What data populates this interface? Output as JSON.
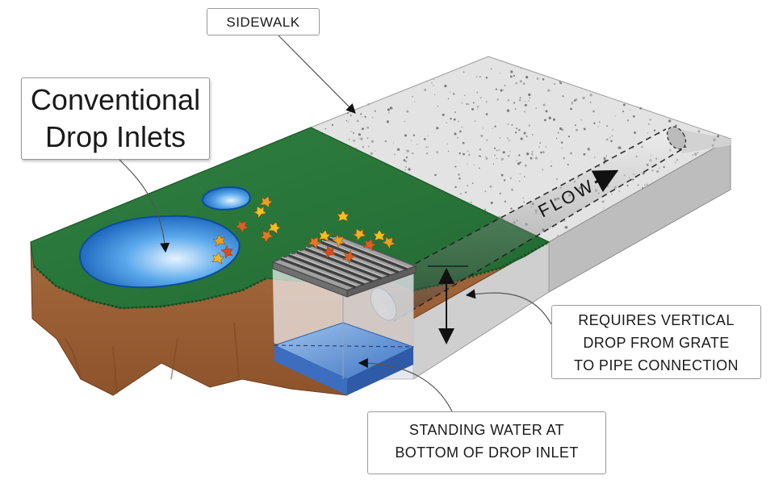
{
  "title": {
    "line1": "Conventional",
    "line2": "Drop Inlets"
  },
  "labels": {
    "sidewalk": "SIDEWALK",
    "flow": "FLOW",
    "vertical_drop": {
      "line1": "REQUIRES VERTICAL",
      "line2": "DROP FROM GRATE",
      "line3": "TO PIPE CONNECTION"
    },
    "standing_water": {
      "line1": "STANDING WATER AT",
      "line2": "BOTTOM OF DROP INLET"
    }
  },
  "colors": {
    "grass": "#2f7d3e",
    "soil": "#a86a3c",
    "concrete": "#e6e6e6",
    "water": "#2a7fd4",
    "grate": "#8f8f8f",
    "leaf": "#e8a020"
  }
}
